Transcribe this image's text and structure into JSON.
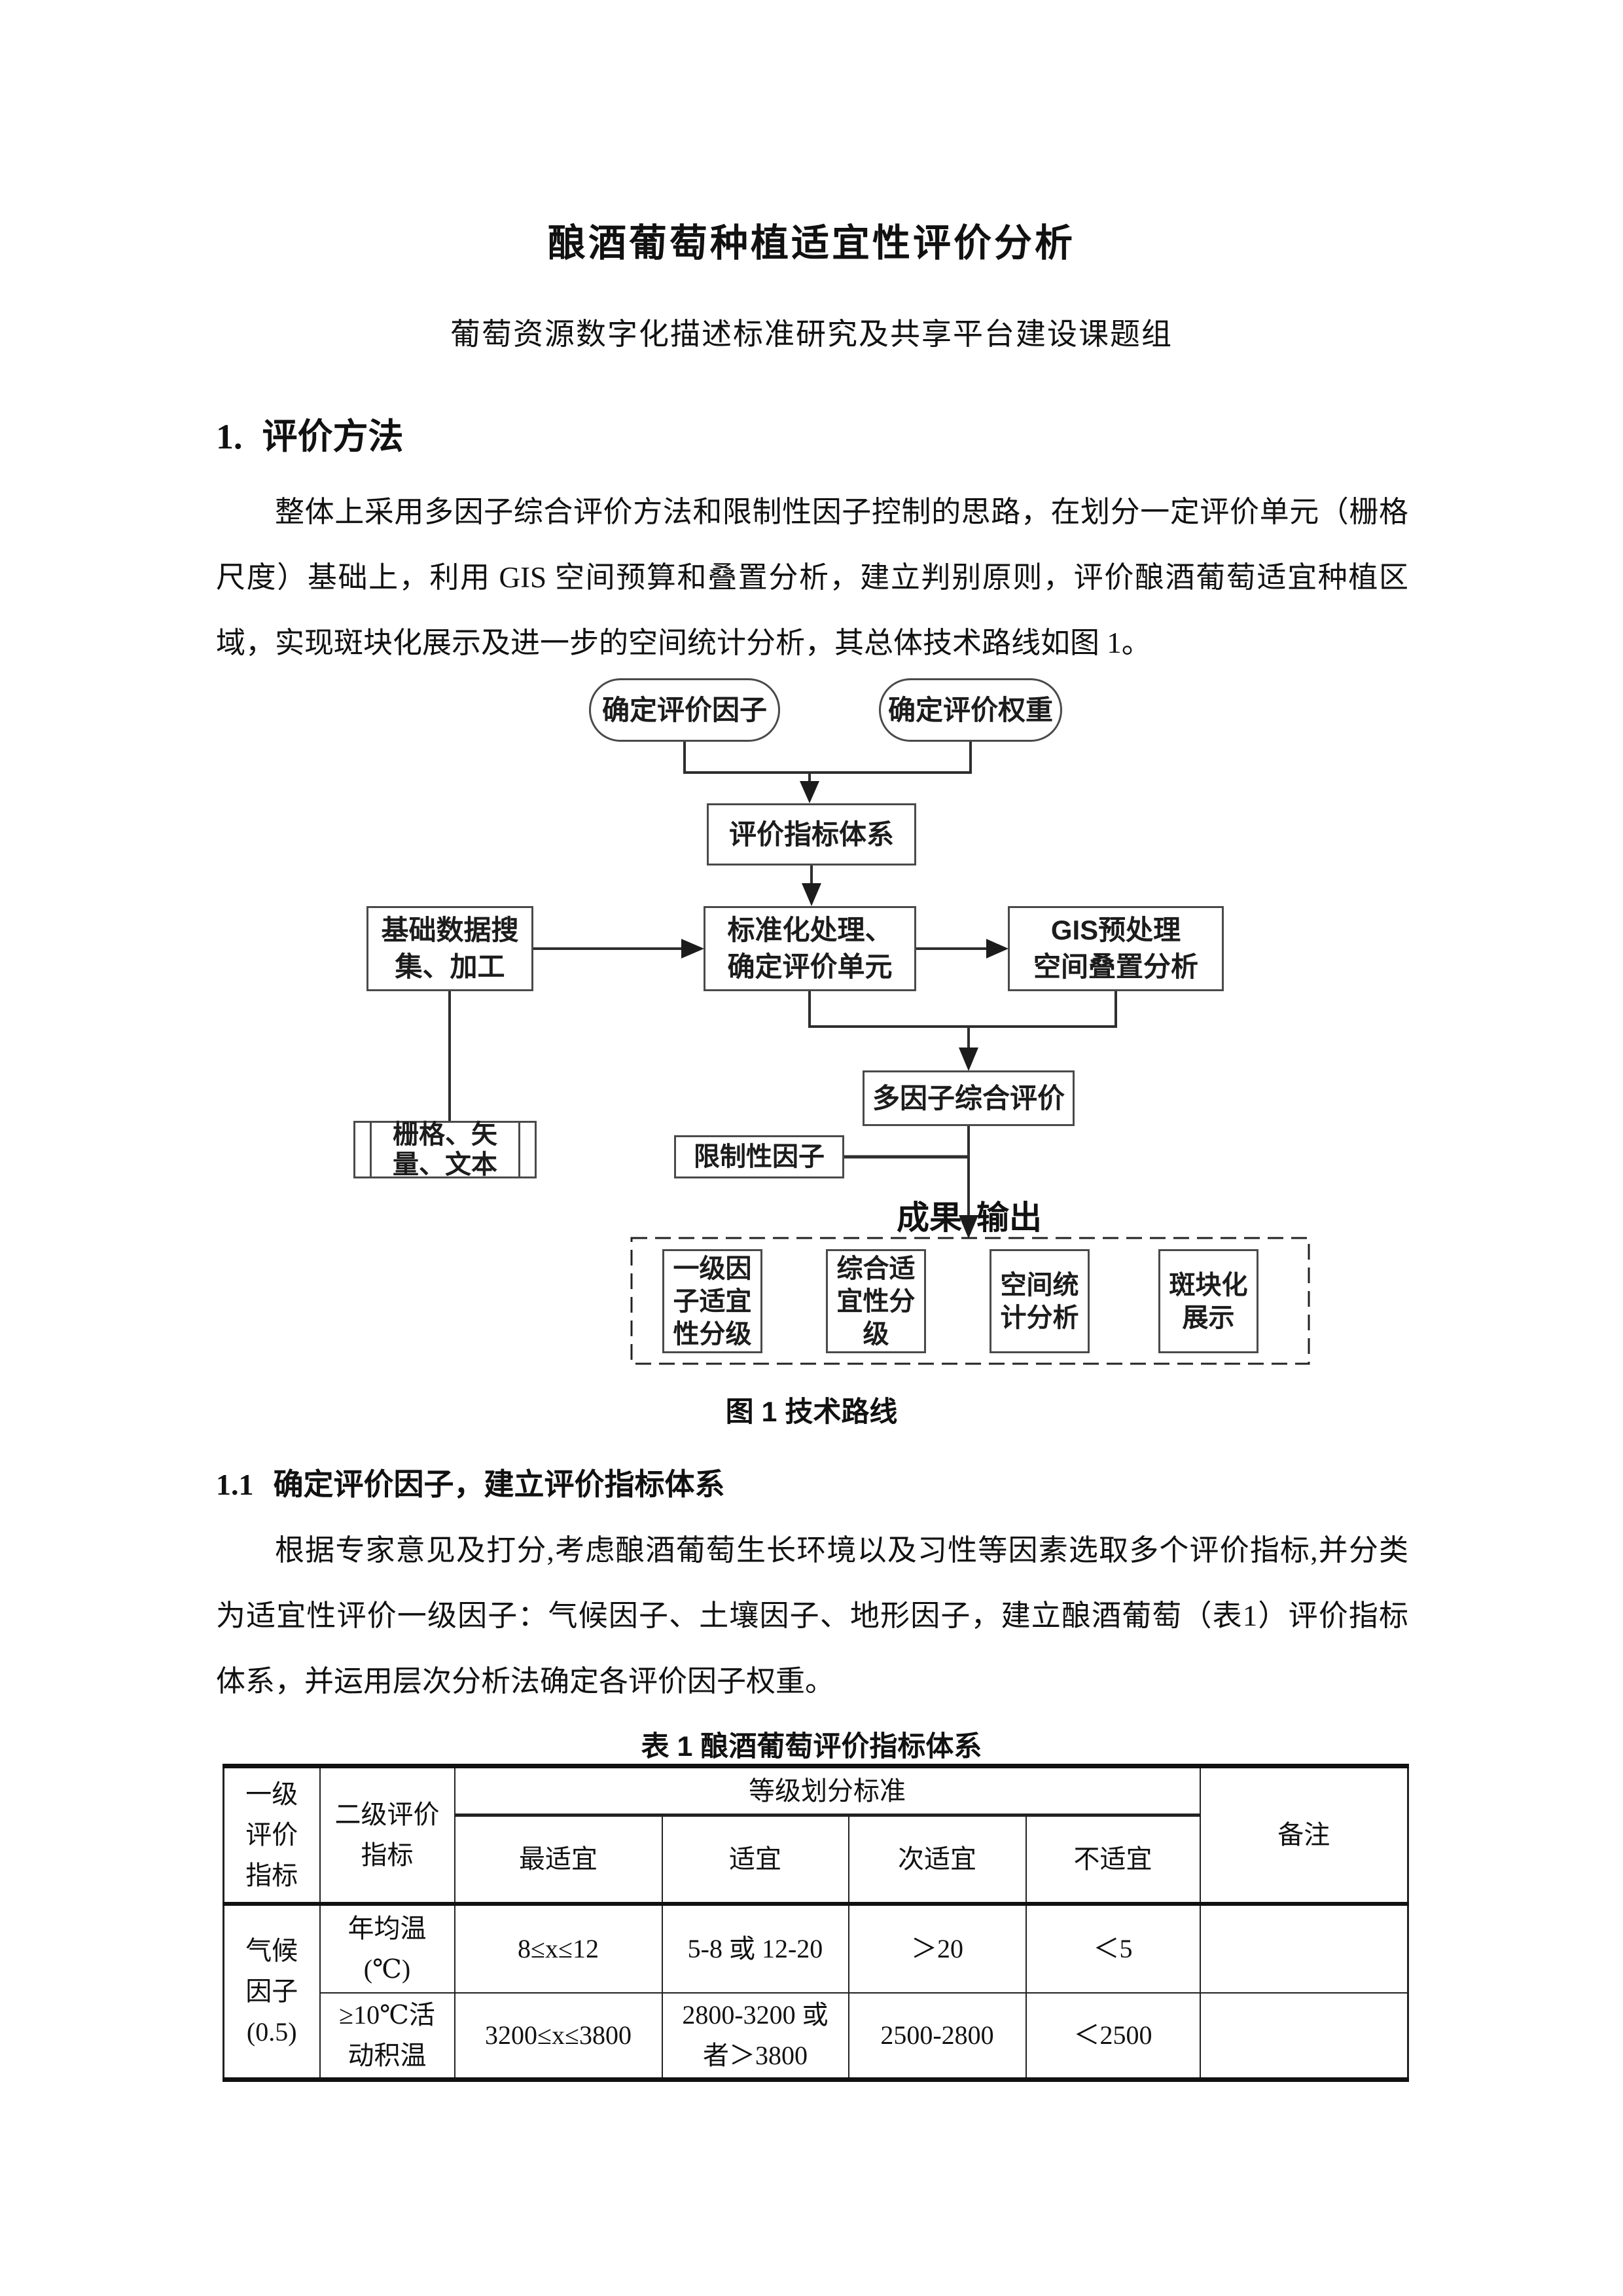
{
  "colors": {
    "ink": "#111111",
    "line": "#2e2e2e",
    "box_border": "#4a4a4a",
    "paper": "#ffffff"
  },
  "doc": {
    "title": "酿酒葡萄种植适宜性评价分析",
    "subtitle": "葡萄资源数字化描述标准研究及共享平台建设课题组"
  },
  "sections": {
    "s1": {
      "number": "1.",
      "title": "评价方法",
      "paragraph": "整体上采用多因子综合评价方法和限制性因子控制的思路，在划分一定评价单元（栅格尺度）基础上，利用 GIS 空间预算和叠置分析，建立判别原则，评价酿酒葡萄适宜种植区域，实现斑块化展示及进一步的空间统计分析，其总体技术路线如图 1。"
    },
    "s11": {
      "number": "1.1",
      "title": "确定评价因子，建立评价指标体系",
      "paragraph": "根据专家意见及打分,考虑酿酒葡萄生长环境以及习性等因素选取多个评价指标,并分类为适宜性评价一级因子：气候因子、土壤因子、地形因子，建立酿酒葡萄（表1）评价指标体系，并运用层次分析法确定各评价因子权重。"
    }
  },
  "figure": {
    "caption": "图 1 技术路线",
    "nodes": {
      "determine_factors": "确定评价因子",
      "determine_weights": "确定评价权重",
      "index_system": "评价指标体系",
      "base_data": "基础数据搜\n集、加工",
      "standardize": "标准化处理、\n确定评价单元",
      "gis": "GIS预处理\n空间叠置分析",
      "raster": "栅格、矢\n量、文本",
      "multifactor": "多因子综合评价",
      "limiting": "限制性因子",
      "output_left": "成果",
      "output_right": "输出",
      "out1": "一级因\n子适宜\n性分级",
      "out2": "综合适\n宜性分\n级",
      "out3": "空间统\n计分析",
      "out4": "斑块化\n展示"
    }
  },
  "table": {
    "caption": "表 1 酿酒葡萄评价指标体系",
    "h_level1": "一级\n评价\n指标",
    "h_level2": "二级评价\n指标",
    "h_standard": "等级划分标准",
    "h_remark": "备注",
    "h_grades": [
      "最适宜",
      "适宜",
      "次适宜",
      "不适宜"
    ],
    "row_group": "气候\n因子\n(0.5)",
    "rows": [
      {
        "indicator": "年均温\n(℃)",
        "best": "8≤x≤12",
        "suitable": "5-8 或 12-20",
        "less_suitable": "＞20",
        "unsuitable": "＜5",
        "remark": ""
      },
      {
        "indicator": "≥10℃活\n动积温",
        "best": "3200≤x≤3800",
        "suitable": "2800-3200 或\n者＞3800",
        "less_suitable": "2500-2800",
        "unsuitable": "＜2500",
        "remark": ""
      }
    ]
  }
}
